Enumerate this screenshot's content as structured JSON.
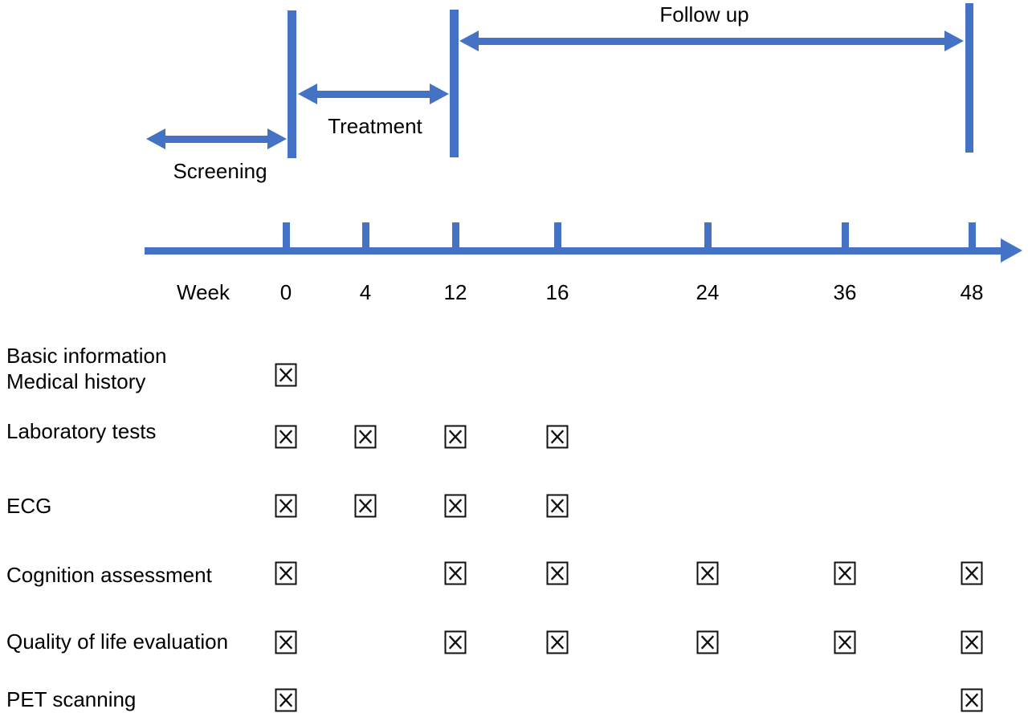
{
  "figure": {
    "kind": "clinical study design schedule diagram"
  },
  "phases": {
    "screening": "Screening",
    "treatment": "Treatment",
    "follow_up": "Follow up"
  },
  "timeline": {
    "axis_label": "Week",
    "weeks": [
      "0",
      "4",
      "12",
      "16",
      "24",
      "36",
      "48"
    ]
  },
  "schedule": {
    "mark_symbol": "boxed-x",
    "rows": [
      {
        "label": "Basic information\nMedical history",
        "marked_weeks": [
          "0"
        ]
      },
      {
        "label": "Laboratory tests",
        "marked_weeks": [
          "0",
          "4",
          "12",
          "16"
        ]
      },
      {
        "label": "ECG",
        "marked_weeks": [
          "0",
          "4",
          "12",
          "16"
        ]
      },
      {
        "label": "Cognition assessment",
        "marked_weeks": [
          "0",
          "12",
          "16",
          "24",
          "36",
          "48"
        ]
      },
      {
        "label": "Quality of life evaluation",
        "marked_weeks": [
          "0",
          "12",
          "16",
          "24",
          "36",
          "48"
        ]
      },
      {
        "label": "PET scanning",
        "marked_weeks": [
          "0",
          "48"
        ]
      }
    ]
  },
  "colors": {
    "accent_blue": "#4472C4",
    "text": "#000000",
    "mark": "#111111",
    "background": "#ffffff"
  }
}
